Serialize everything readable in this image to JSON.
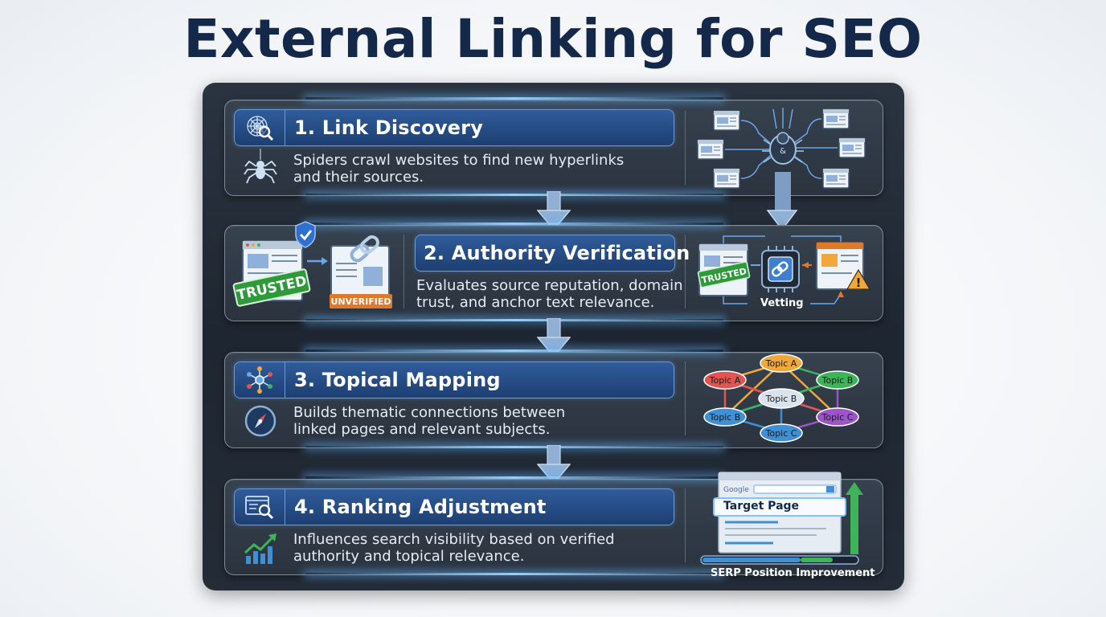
{
  "title": "External Linking for SEO",
  "steps": [
    {
      "title": "1. Link Discovery",
      "desc": "Spiders crawl websites to find new hyperlinks\nand their sources.",
      "icon": "spider-web-magnifier-icon",
      "sub_icon": "spider-icon"
    },
    {
      "title": "2. Authority Verification",
      "desc": "Evaluates source reputation, domain\ntrust, and anchor text relevance.",
      "left_badges": {
        "trusted": "TRUSTED",
        "unverified": "UNVERIFIED"
      },
      "right_badge": "TRUSTED",
      "right_caption": "Vetting"
    },
    {
      "title": "3. Topical Mapping",
      "desc": "Builds thematic connections between\nlinked pages and relevant subjects.",
      "icon": "network-nodes-icon",
      "sub_icon": "compass-icon",
      "topics": [
        "Topic A",
        "Topic A",
        "Topic B",
        "Topic B",
        "Topic B",
        "Topic C",
        "Topic C"
      ]
    },
    {
      "title": "4. Ranking Adjustment",
      "desc": "Influences search visibility based on verified\nauthority and topical relevance.",
      "icon": "browser-search-icon",
      "sub_icon": "growth-chart-icon",
      "search_logo": "Google",
      "target_label": "Target Page",
      "caption": "SERP Position Improvement"
    }
  ],
  "colors": {
    "title": "#14294a",
    "header": "#1d3f72",
    "trusted": "#2e9a3a",
    "unverified": "#e0782a",
    "topic_red": "#e05550",
    "topic_orange": "#f0a83a",
    "topic_green": "#3fb35a",
    "topic_blue": "#3f8fd4",
    "topic_purple": "#9b55c8"
  }
}
